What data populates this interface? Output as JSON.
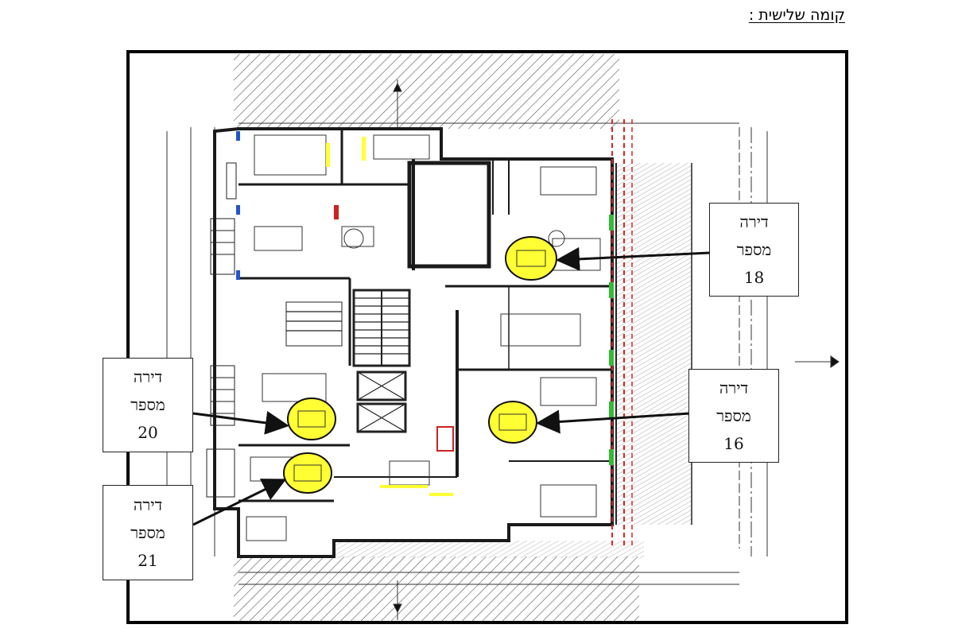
{
  "header": {
    "title": "קומה שלישית :"
  },
  "callouts": [
    {
      "id": "18",
      "line1": "דירה",
      "line2": "מספר",
      "number": "18"
    },
    {
      "id": "16",
      "line1": "דירה",
      "line2": "מספר",
      "number": "16"
    },
    {
      "id": "20",
      "line1": "דירה",
      "line2": "מספר",
      "number": "20"
    },
    {
      "id": "21",
      "line1": "דירה",
      "line2": "מספר",
      "number": "21"
    }
  ],
  "colors": {
    "highlight": "#ffff33",
    "walls": "#1a1a1a",
    "hatch": "#444444",
    "marker_red": "#dd2222",
    "marker_green": "#33bb33"
  }
}
